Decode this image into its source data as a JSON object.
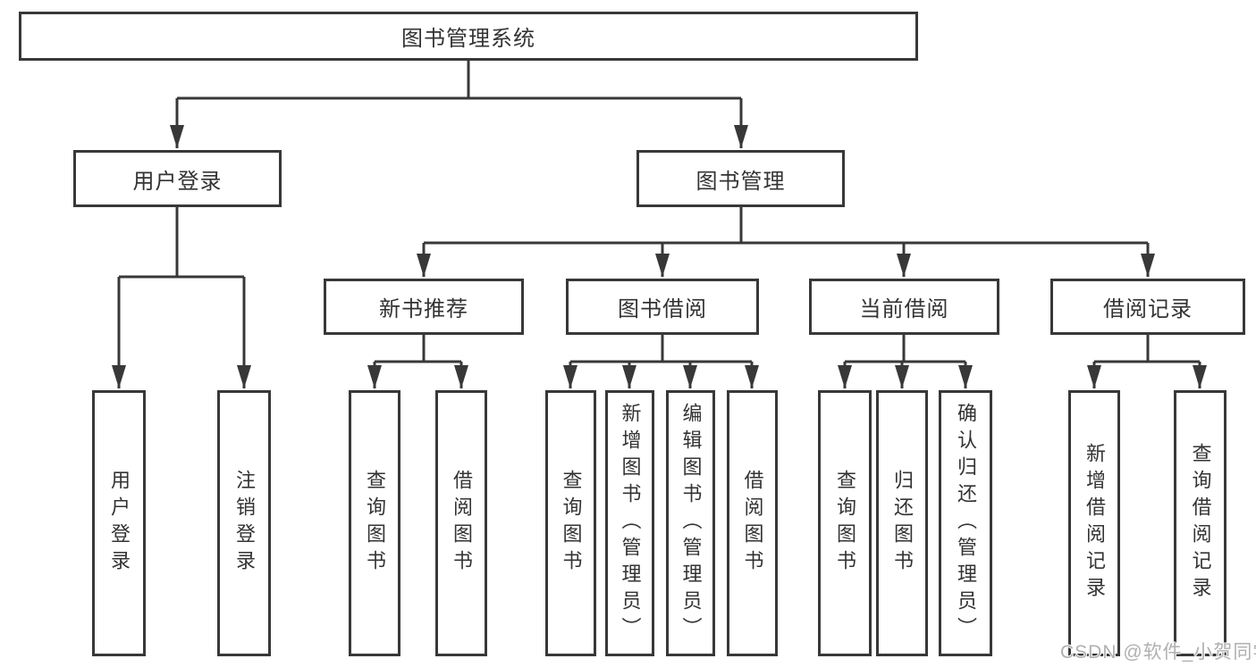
{
  "tree": {
    "label": "图书管理系统",
    "children": [
      {
        "label": "用户登录",
        "children": [
          {
            "label": "用户登录"
          },
          {
            "label": "注销登录"
          }
        ]
      },
      {
        "label": "图书管理",
        "children": [
          {
            "label": "新书推荐",
            "children": [
              {
                "label": "查询图书"
              },
              {
                "label": "借阅图书"
              }
            ]
          },
          {
            "label": "图书借阅",
            "children": [
              {
                "label": "查询图书"
              },
              {
                "label": "新增图书（管理员）"
              },
              {
                "label": "编辑图书（管理员）"
              },
              {
                "label": "借阅图书"
              }
            ]
          },
          {
            "label": "当前借阅",
            "children": [
              {
                "label": "查询图书"
              },
              {
                "label": "归还图书"
              },
              {
                "label": "确认归还（管理员）"
              }
            ]
          },
          {
            "label": "借阅记录",
            "children": [
              {
                "label": "新增借阅记录"
              },
              {
                "label": "查询借阅记录"
              }
            ]
          }
        ]
      }
    ]
  },
  "watermark": "CSDN @软件_小贺同学",
  "colors": {
    "line": "#383838",
    "text": "#333333",
    "watermark": "#b0b0b0"
  }
}
